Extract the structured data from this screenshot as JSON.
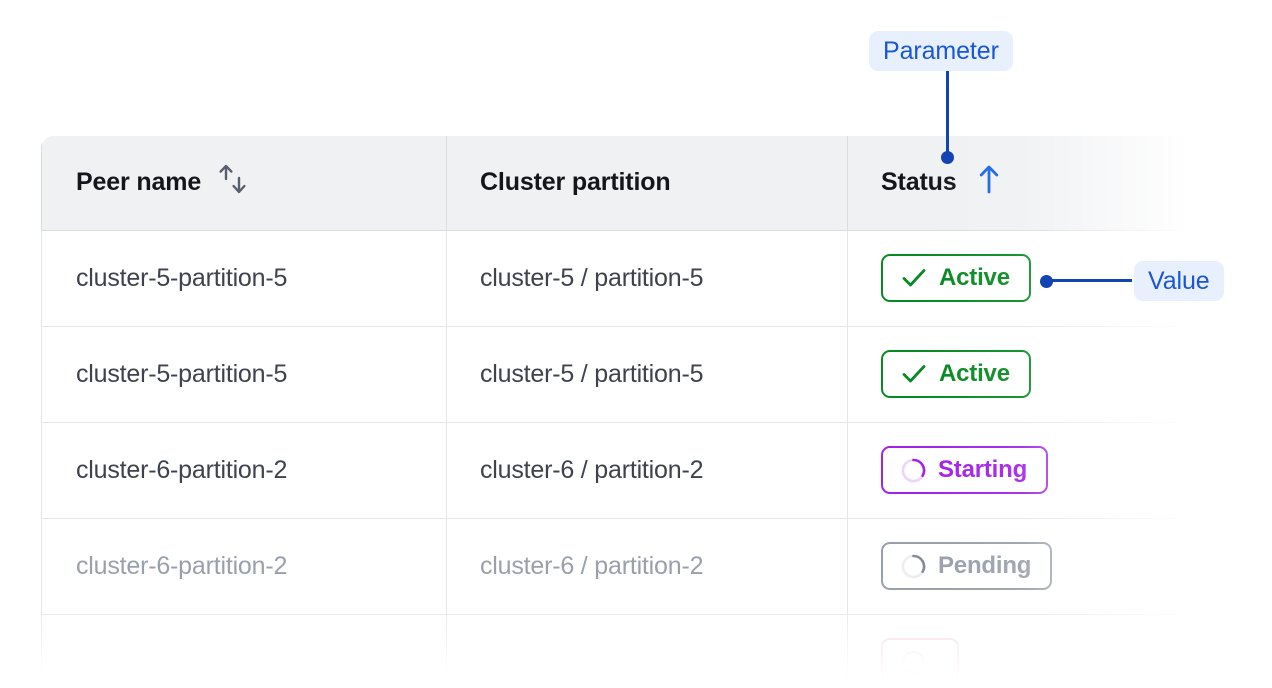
{
  "table": {
    "columns": [
      {
        "id": "peer-name",
        "label": "Peer name",
        "sort_icon": "sort-updown-icon",
        "sort_state": "unsorted"
      },
      {
        "id": "cluster-partition",
        "label": "Cluster partition",
        "sort_icon": null,
        "sort_state": "none"
      },
      {
        "id": "status",
        "label": "Status",
        "sort_icon": "sort-up-icon",
        "sort_state": "ascending"
      }
    ],
    "rows": [
      {
        "peer_name": "cluster-5-partition-5",
        "cluster_partition": "cluster-5 / partition-5",
        "status": "Active",
        "status_kind": "active",
        "status_icon": "check-icon",
        "muted": false
      },
      {
        "peer_name": "cluster-5-partition-5",
        "cluster_partition": "cluster-5 / partition-5",
        "status": "Active",
        "status_kind": "active",
        "status_icon": "check-icon",
        "muted": false
      },
      {
        "peer_name": "cluster-6-partition-2",
        "cluster_partition": "cluster-6 / partition-2",
        "status": "Starting",
        "status_kind": "starting",
        "status_icon": "spinner-icon",
        "muted": false
      },
      {
        "peer_name": "cluster-6-partition-2",
        "cluster_partition": "cluster-6 / partition-2",
        "status": "Pending",
        "status_kind": "pending",
        "status_icon": "spinner-icon",
        "muted": true
      },
      {
        "peer_name": "",
        "cluster_partition": "",
        "status": "",
        "status_kind": "error",
        "status_icon": "spinner-icon",
        "muted": true
      }
    ]
  },
  "annotations": [
    {
      "id": "parameter",
      "label": "Parameter",
      "target": "status-column-header"
    },
    {
      "id": "value",
      "label": "Value",
      "target": "status-badge-row-1"
    }
  ],
  "colors": {
    "header_bg": "#f0f1f3",
    "header_text": "#14161b",
    "cell_text": "#3d424d",
    "muted_text": "#9aa0ab",
    "border": "#e4e6ea",
    "annotation_blue": "#1a56d6",
    "annotation_line": "#1344b4",
    "annotation_badge_bg": "#e8f0fe",
    "status_active": "#088a22",
    "status_starting": "#a322e8",
    "status_pending": "#9aa0ab",
    "sort_active": "#1a66e8",
    "sort_inactive": "#5a5f6e"
  }
}
